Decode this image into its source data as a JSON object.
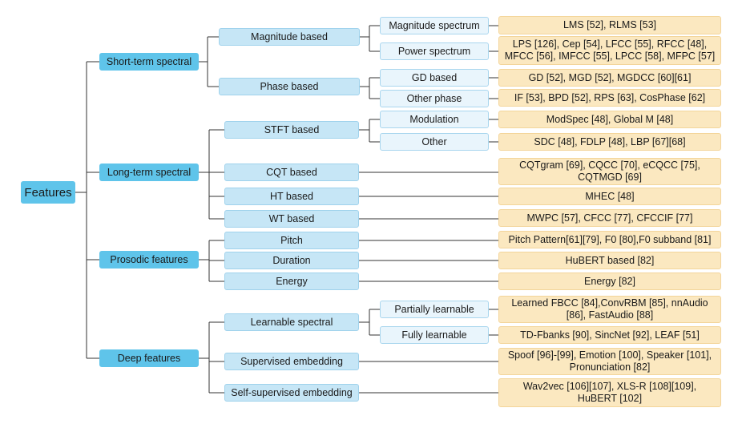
{
  "root": "Features",
  "categories": [
    {
      "label": "Short-term spectral",
      "children": [
        {
          "label": "Magnitude based",
          "children": [
            {
              "label": "Magnitude spectrum",
              "leaf": "LMS [52], RLMS [53]"
            },
            {
              "label": "Power spectrum",
              "leaf": "LPS [126], Cep [54], LFCC [55], RFCC [48], MFCC [56], IMFCC [55], LPCC [58], MFPC [57]"
            }
          ]
        },
        {
          "label": "Phase based",
          "children": [
            {
              "label": "GD based",
              "leaf": "GD [52], MGD [52], MGDCC [60][61]"
            },
            {
              "label": "Other phase",
              "leaf": "IF [53], BPD [52], RPS [63], CosPhase [62]"
            }
          ]
        }
      ]
    },
    {
      "label": "Long-term spectral",
      "children": [
        {
          "label": "STFT based",
          "children": [
            {
              "label": "Modulation",
              "leaf": "ModSpec [48], Global M [48]"
            },
            {
              "label": "Other",
              "leaf": "SDC [48], FDLP [48], LBP [67][68]"
            }
          ]
        },
        {
          "label": "CQT based",
          "leaf": "CQTgram [69], CQCC [70], eCQCC [75], CQTMGD [69]"
        },
        {
          "label": "HT based",
          "leaf": "MHEC [48]"
        },
        {
          "label": "WT based",
          "leaf": "MWPC [57], CFCC [77], CFCCIF [77]"
        }
      ]
    },
    {
      "label": "Prosodic features",
      "children": [
        {
          "label": "Pitch",
          "leaf": "Pitch Pattern[61][79], F0 [80],F0 subband [81]"
        },
        {
          "label": "Duration",
          "leaf": "HuBERT based [82]"
        },
        {
          "label": "Energy",
          "leaf": "Energy [82]"
        }
      ]
    },
    {
      "label": "Deep features",
      "children": [
        {
          "label": "Learnable spectral",
          "children": [
            {
              "label": "Partially learnable",
              "leaf": "Learned FBCC [84],ConvRBM [85], nnAudio [86], FastAudio [88]"
            },
            {
              "label": "Fully learnable",
              "leaf": "TD-Fbanks [90], SincNet [92], LEAF [51]"
            }
          ]
        },
        {
          "label": "Supervised embedding",
          "leaf": "Spoof [96]-[99], Emotion [100], Speaker [101], Pronunciation [82]"
        },
        {
          "label": "Self-supervised embedding",
          "leaf": "Wav2vec [106][107], XLS-R [108][109], HuBERT [102]"
        }
      ]
    }
  ]
}
